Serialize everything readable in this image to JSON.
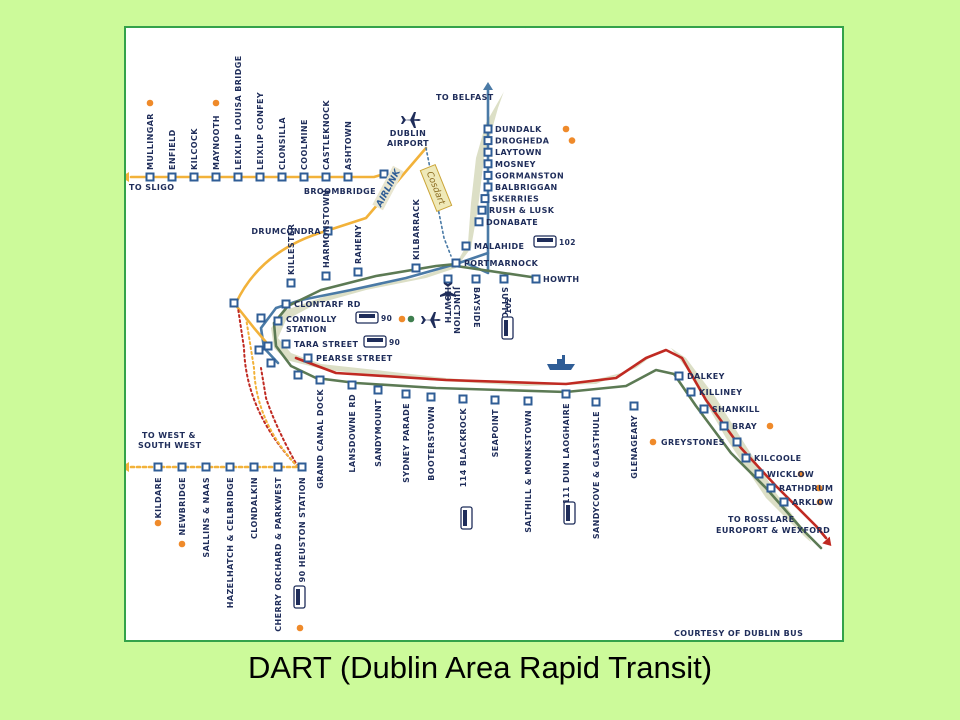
{
  "caption": "DART (Dublin Area Rapid Transit)",
  "credit": "COURTESY OF DUBLIN BUS",
  "colors": {
    "sea": "#dcdfc6",
    "land": "#ffffff",
    "blue_line": "#4a7aa6",
    "green_line": "#5c7a54",
    "red_line": "#c02a22",
    "orange_line": "#f2b23a",
    "orange_dot": "#ef8a2a",
    "frame": "#33a24a",
    "background": "#ccfa9a"
  },
  "directions": {
    "belfast": "TO BELFAST",
    "sligo": "TO SLIGO",
    "west_southwest_1": "TO WEST &",
    "west_southwest_2": "SOUTH WEST",
    "rosslare_1": "TO ROSSLARE",
    "rosslare_2": "EUROPORT & WEXFORD"
  },
  "airport": {
    "line1": "DUBLIN",
    "line2": "AIRPORT"
  },
  "airlink": "AIRLINK",
  "cosdart": "Cosdart",
  "northern_stations": [
    {
      "name": "DUNDALK",
      "dot": true
    },
    {
      "name": "DROGHEDA",
      "dot": true
    },
    {
      "name": "LAYTOWN",
      "dot": false
    },
    {
      "name": "MOSNEY",
      "dot": false
    },
    {
      "name": "GORMANSTON",
      "dot": false
    },
    {
      "name": "BALBRIGGAN",
      "dot": false
    },
    {
      "name": "SKERRIES",
      "dot": false
    },
    {
      "name": "RUSH & LUSK",
      "dot": false
    },
    {
      "name": "DONABATE",
      "dot": false
    }
  ],
  "malahide": {
    "name": "MALAHIDE",
    "bus": "102"
  },
  "portmarnock": "PORTMARNOCK",
  "howth_branch": [
    {
      "name": "HOWTH JUNCTION",
      "bus": ""
    },
    {
      "name": "BAYSIDE",
      "bus": ""
    },
    {
      "name": "SUTTON",
      "bus": "102"
    },
    {
      "name": "HOWTH",
      "bus": ""
    }
  ],
  "west_line": [
    "MULLINGAR",
    "ENFIELD",
    "KILCOCK",
    "MAYNOOTH",
    "LEIXLIP LOUISA BRIDGE",
    "LEIXLIP CONFEY",
    "CLONSILLA",
    "COOLMINE",
    "CASTLEKNOCK",
    "ASHTOWN"
  ],
  "broombridge": "BROOMBRIDGE",
  "drumcondra": "DRUMCONDRA",
  "north_city": [
    "KILLESTER",
    "HARMONSTOWN",
    "RAHENY",
    "KILBARRACK"
  ],
  "city": {
    "clontarf": "CLONTARF RD",
    "connolly_1": "CONNOLLY",
    "connolly_2": "STATION",
    "connolly_bus": "90",
    "tara": "TARA STREET",
    "tara_bus": "90",
    "pearse": "PEARSE STREET"
  },
  "south_line": [
    {
      "name": "GRAND CANAL DOCK",
      "bus": ""
    },
    {
      "name": "LANSDOWNE RD",
      "bus": ""
    },
    {
      "name": "SANDYMOUNT",
      "bus": ""
    },
    {
      "name": "SYDNEY PARADE",
      "bus": ""
    },
    {
      "name": "BOOTERSTOWN",
      "bus": ""
    },
    {
      "name": "BLACKROCK",
      "bus": "114"
    },
    {
      "name": "SEAPOINT",
      "bus": ""
    },
    {
      "name": "SALTHILL & MONKSTOWN",
      "bus": ""
    },
    {
      "name": "DUN LAOGHAIRE",
      "bus": "111"
    },
    {
      "name": "SANDYCOVE & GLASTHULE",
      "bus": ""
    },
    {
      "name": "GLENAGEARY",
      "bus": ""
    }
  ],
  "southeast_line": [
    {
      "name": "DALKEY",
      "dot": false
    },
    {
      "name": "KILLINEY",
      "dot": false
    },
    {
      "name": "SHANKILL",
      "dot": false
    },
    {
      "name": "BRAY",
      "dot": true
    },
    {
      "name": "GREYSTONES",
      "dot": true
    },
    {
      "name": "KILCOOLE",
      "dot": false
    },
    {
      "name": "WICKLOW",
      "dot": true
    },
    {
      "name": "RATHDRUM",
      "dot": true
    },
    {
      "name": "ARKLOW",
      "dot": true
    }
  ],
  "southwest_line": [
    "KILDARE",
    "NEWBRIDGE",
    "SALLINS & NAAS",
    "HAZELHATCH & CELBRIDGE",
    "CLONDALKIN",
    "CHERRY ORCHARD & PARKWEST",
    "HEUSTON STATION"
  ],
  "heuston_bus": "90"
}
